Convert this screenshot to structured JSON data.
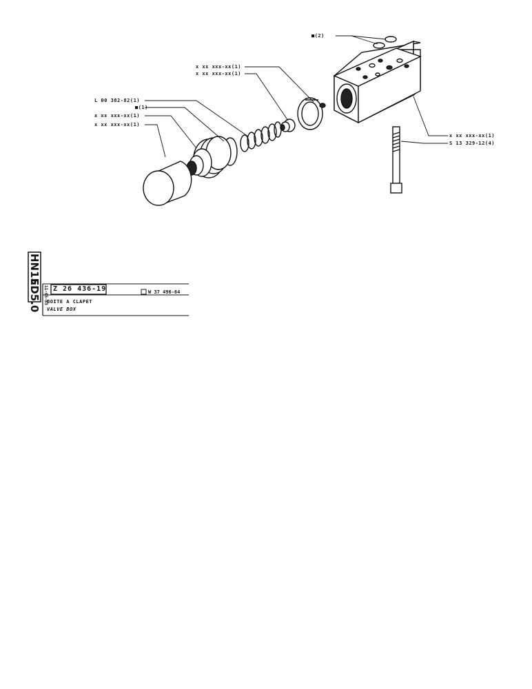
{
  "callouts": {
    "o_ring_pair": "■(2)",
    "part_a": "x xx xxx-xx(1)",
    "part_b": "x xx xxx-xx(1)",
    "spring": "L 00 382-82(1)",
    "seal": "■(1)",
    "part_c": "x xx xxx-xx(1)",
    "part_d": "x xx xxx-xx(1)",
    "body": "x xx xxx-xx(1)",
    "bolt": "S 13 329-12(4)"
  },
  "title_block": {
    "model": "HN15",
    "code": "ED5.0",
    "date": "11-05-83",
    "part_number": "Z 26 436-19",
    "reference": "W 37 496-64",
    "description_fr": "BOITE A CLAPET",
    "description_en": "VALVE BOX"
  }
}
